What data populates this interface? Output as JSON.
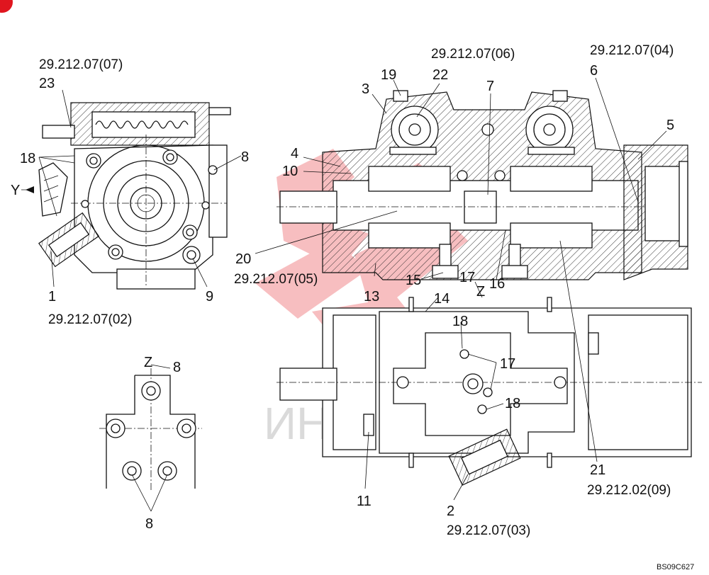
{
  "labels": {
    "ref_23": "23",
    "ref_18_left": "18",
    "ref_y": "Y",
    "ref_8_left": "8",
    "ref_1": "1",
    "ref_9": "9",
    "ref_3": "3",
    "ref_19": "19",
    "ref_22": "22",
    "ref_7": "7",
    "ref_6": "6",
    "ref_5": "5",
    "ref_4": "4",
    "ref_10": "10",
    "ref_20": "20",
    "ref_13": "13",
    "ref_15": "15",
    "ref_17_top": "17",
    "ref_z_main": "Z",
    "ref_16": "16",
    "ref_14": "14",
    "ref_18_mid": "18",
    "ref_17_mid": "17",
    "ref_18_low": "18",
    "ref_21": "21",
    "ref_11": "11",
    "ref_2": "2",
    "ref_z_detail": "Z",
    "ref_8_detail_top": "8",
    "ref_8_detail_bottom": "8"
  },
  "codes": {
    "code_07_07": "29.212.07(07)",
    "code_07_02": "29.212.07(02)",
    "code_07_06": "29.212.07(06)",
    "code_07_04": "29.212.07(04)",
    "code_07_05": "29.212.07(05)",
    "code_02_09": "29.212.02(09)",
    "code_07_03": "29.212.07(03)"
  },
  "watermark": {
    "text": "ИНТЕХ",
    "color": "#e8393f"
  },
  "drawing_code": "BS09C627",
  "colors": {
    "line": "#111111",
    "corner_marker": "#e0161f"
  }
}
